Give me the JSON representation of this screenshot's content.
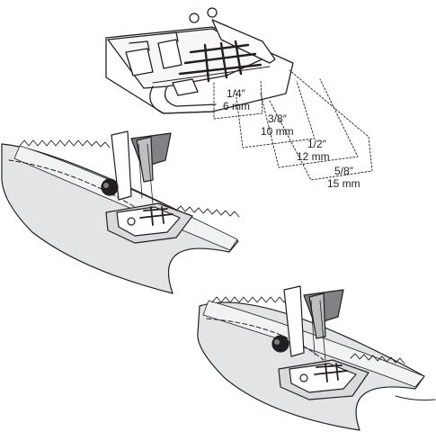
{
  "colors": {
    "outline": "#231f20",
    "fabric": "#e3e4e6",
    "fabric_edge": "#f1f2f2",
    "foot": "#d9dadc",
    "shank": "#808285",
    "background": "#ffffff"
  },
  "guide_labels": [
    {
      "inch": "1/4″",
      "mm": "6 mm"
    },
    {
      "inch": "3/8″",
      "mm": "10 mm"
    },
    {
      "inch": "1/2″",
      "mm": "12 mm"
    },
    {
      "inch": "5/8″",
      "mm": "15 mm"
    }
  ],
  "icons": [
    "presser-foot-icon",
    "sewing-foot-on-fabric-icon",
    "sewing-foot-on-fabric-icon"
  ]
}
